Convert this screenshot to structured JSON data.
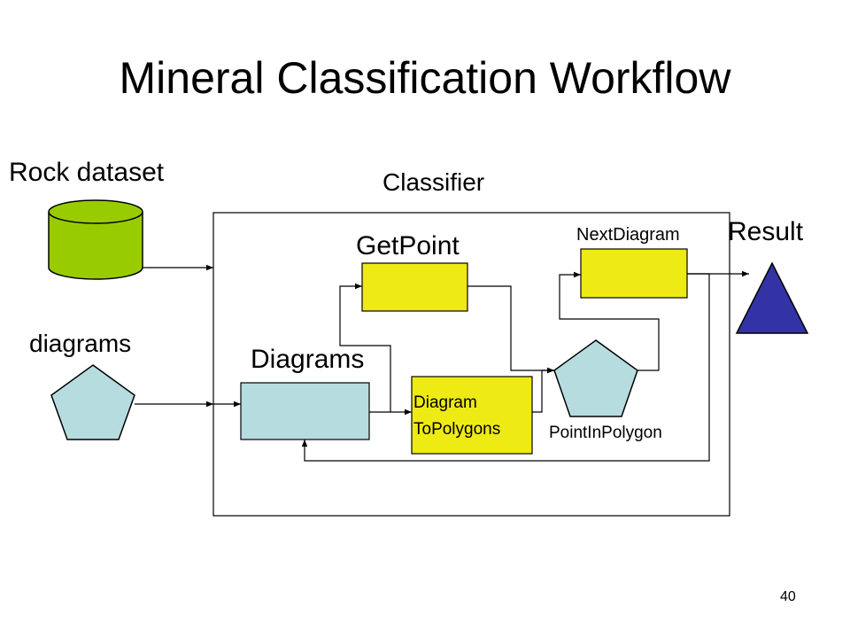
{
  "slide": {
    "title": "Mineral Classification Workflow",
    "page_number": "40"
  },
  "labels": {
    "rock_dataset": "Rock dataset",
    "diagrams_input": "diagrams",
    "classifier": "Classifier",
    "get_point": "GetPoint",
    "next_diagram": "NextDiagram",
    "result": "Result",
    "diagrams_store": "Diagrams",
    "diagram_to_polygons_line1": "Diagram",
    "diagram_to_polygons_line2": "ToPolygons",
    "point_in_polygon": "PointInPolygon"
  },
  "colors": {
    "cylinder_fill": "#99cc00",
    "process_fill": "#eeea14",
    "store_fill": "#b7dce0",
    "result_fill": "#3333a5",
    "stroke": "#000000"
  },
  "icons": {
    "rock_dataset": "database-cylinder",
    "diagrams_input": "pentagon",
    "point_in_polygon": "pentagon",
    "result": "triangle"
  }
}
